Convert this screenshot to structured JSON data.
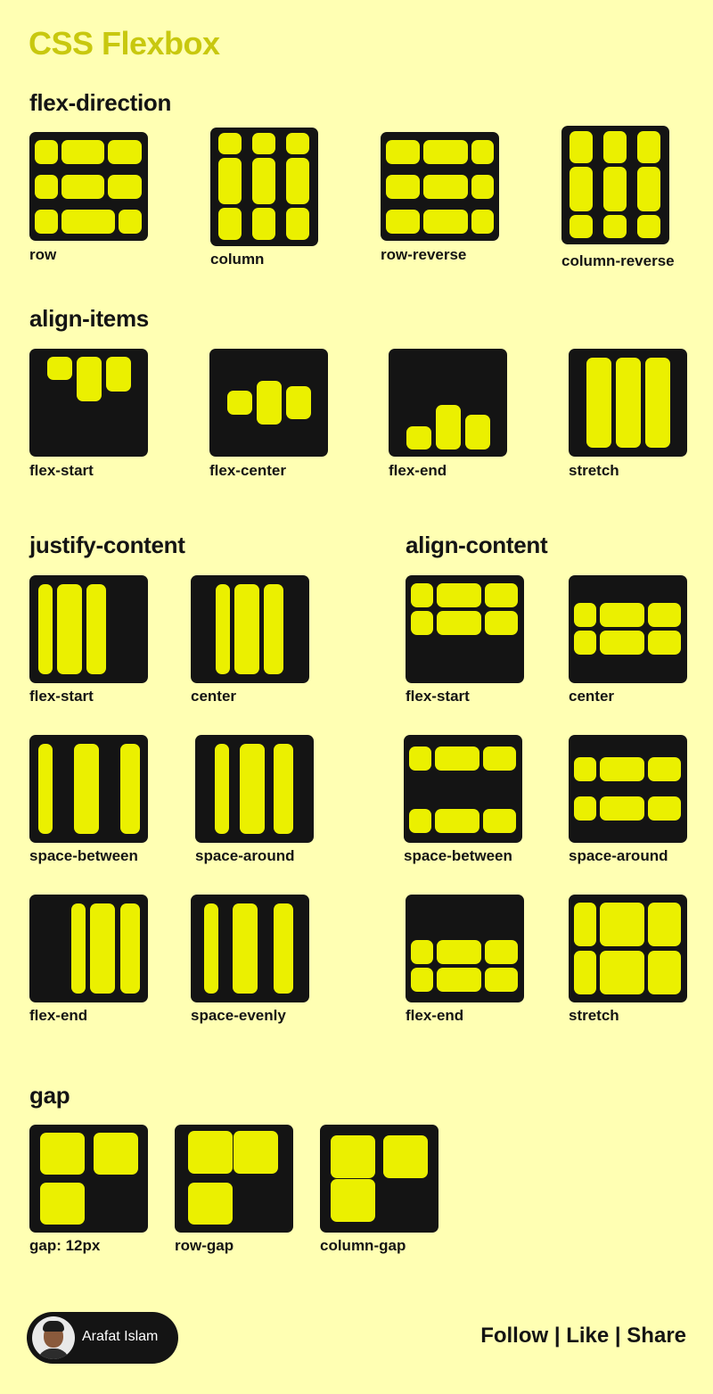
{
  "title": "CSS Flexbox",
  "sections": {
    "flex_direction": "flex-direction",
    "align_items": "align-items",
    "justify_content": "justify-content",
    "align_content": "align-content",
    "gap": "gap"
  },
  "flex_direction": [
    "row",
    "column",
    "row-reverse",
    "column-reverse"
  ],
  "align_items": [
    "flex-start",
    "flex-center",
    "flex-end",
    "stretch"
  ],
  "justify_content": [
    "flex-start",
    "center",
    "space-between",
    "space-around",
    "flex-end",
    "space-evenly"
  ],
  "align_content": [
    "flex-start",
    "center",
    "space-between",
    "space-around",
    "flex-end",
    "stretch"
  ],
  "gap": [
    "gap: 12px",
    "row-gap",
    "column-gap"
  ],
  "footer": {
    "author": "Arafat Islam",
    "cta": "Follow | Like | Share"
  },
  "colors": {
    "background": "#ffffb3",
    "tile": "#141414",
    "block": "#ebf000",
    "title": "#c8c80f"
  }
}
